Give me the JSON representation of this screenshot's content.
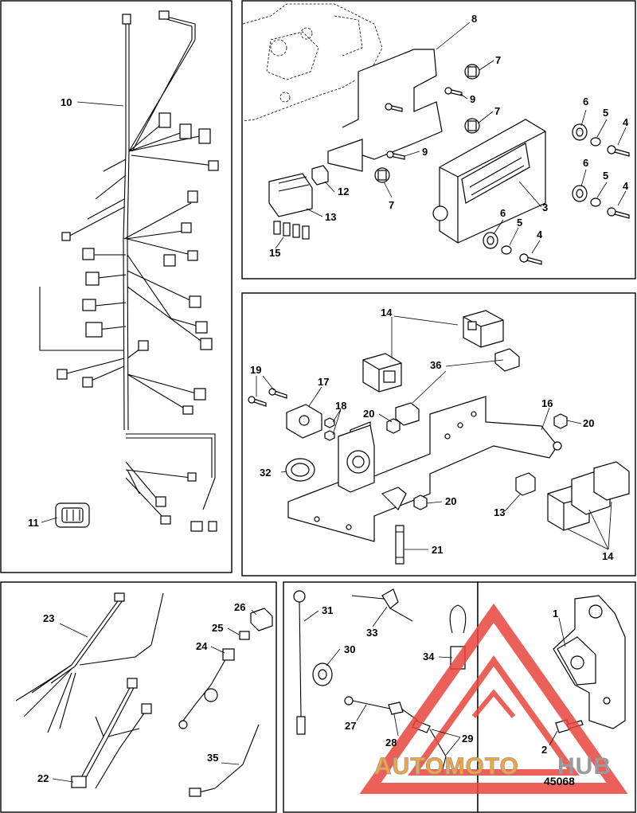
{
  "figure_number": "45068",
  "watermark": {
    "text_left": "AUTOMOTO",
    "text_right": "HUB",
    "color_red": "#e8453c",
    "color_orange": "#f3a43a",
    "color_gray": "#9a9a9a"
  },
  "callouts": {
    "harness_panel": [
      "10",
      "11"
    ],
    "ecm_panel": [
      "8",
      "7",
      "9",
      "7",
      "9",
      "7",
      "6",
      "5",
      "4",
      "6",
      "5",
      "4",
      "6",
      "5",
      "4",
      "3",
      "12",
      "13",
      "15"
    ],
    "bracket_panel": [
      "14",
      "36",
      "19",
      "17",
      "18",
      "20",
      "16",
      "20",
      "32",
      "13",
      "20",
      "21",
      "14"
    ],
    "leads_panel": [
      "23",
      "26",
      "25",
      "24",
      "22",
      "35"
    ],
    "sensors_panel": [
      "31",
      "33",
      "30",
      "34",
      "27",
      "28",
      "29"
    ],
    "mount_panel": [
      "1",
      "2"
    ]
  }
}
